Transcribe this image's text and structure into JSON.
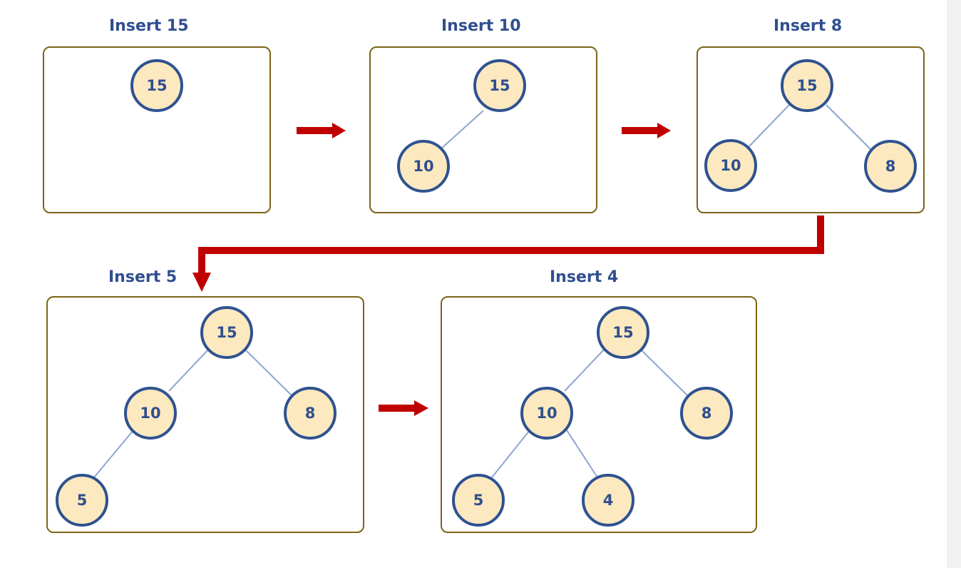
{
  "colors": {
    "title": "#2f4f8f",
    "panel_border": "#7d6416",
    "node_fill": "#fde9bf",
    "node_stroke": "#2f5290",
    "edge": "#8ea6cf",
    "arrow": "#c00000"
  },
  "steps": [
    {
      "title": "Insert 15",
      "nodes": [
        "15"
      ]
    },
    {
      "title": "Insert 10",
      "nodes": [
        "15",
        "10"
      ]
    },
    {
      "title": "Insert 8",
      "nodes": [
        "15",
        "10",
        "8"
      ]
    },
    {
      "title": "Insert 5",
      "nodes": [
        "15",
        "10",
        "8",
        "5"
      ]
    },
    {
      "title": "Insert 4",
      "nodes": [
        "15",
        "10",
        "8",
        "5",
        "4"
      ]
    }
  ]
}
